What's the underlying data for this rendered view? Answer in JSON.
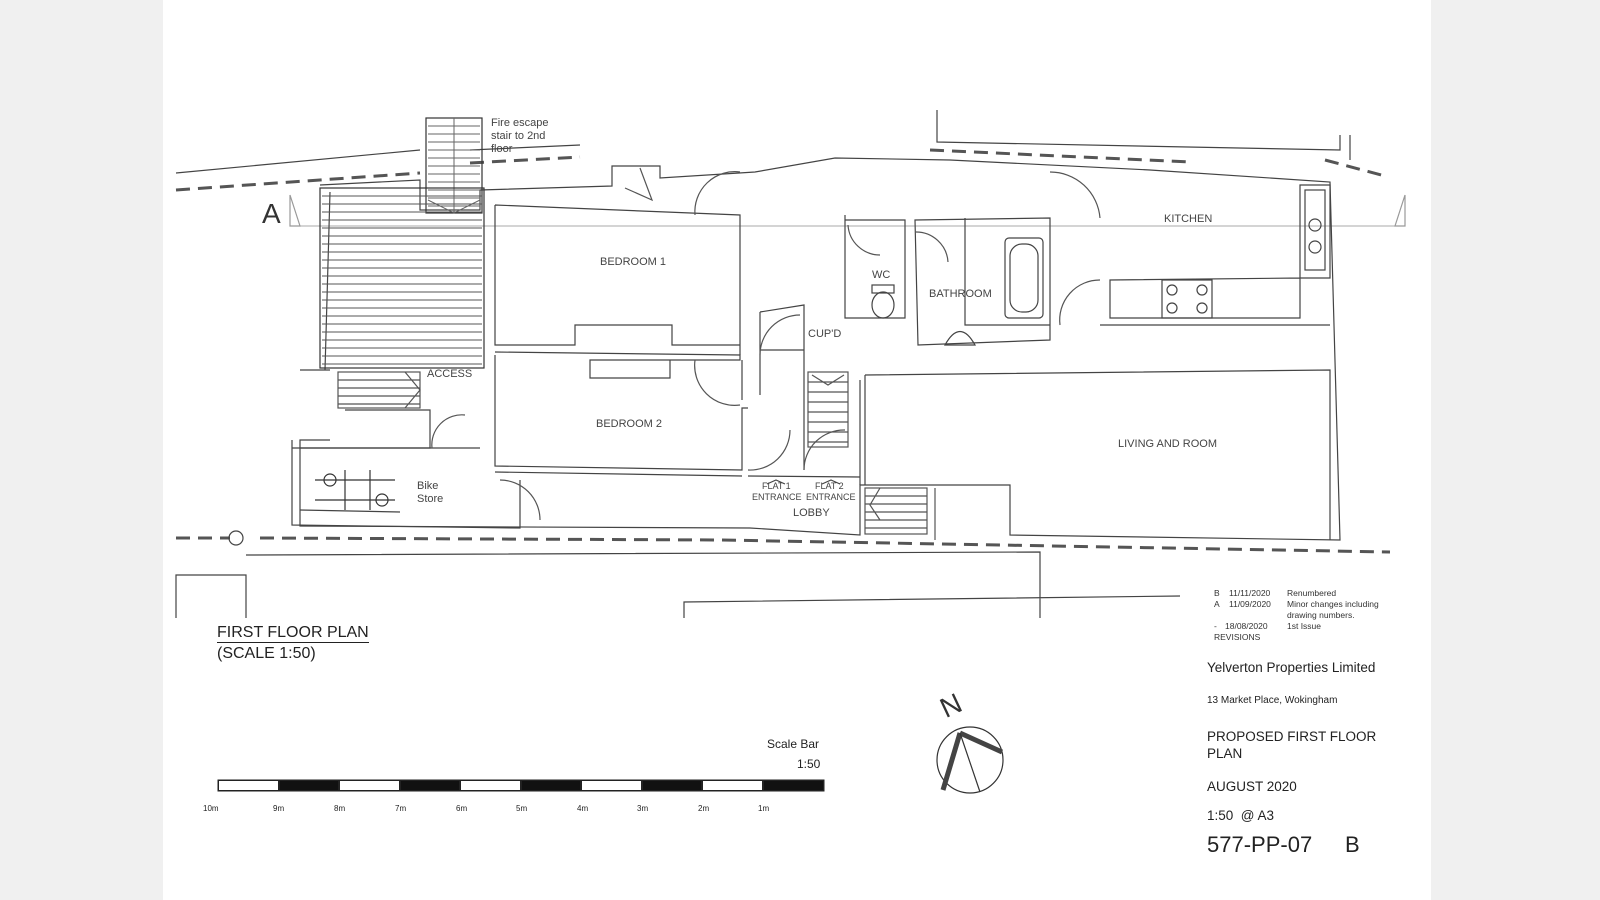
{
  "drawing": {
    "section_marker": "A",
    "stair_note": [
      "Fire escape",
      "stair to 2nd",
      "floor"
    ],
    "rooms": {
      "bedroom1": "BEDROOM 1",
      "bedroom2": "BEDROOM 2",
      "kitchen": "KITCHEN",
      "wc": "WC",
      "bathroom": "BATHROOM",
      "cupd": "CUP'D",
      "access": "ACCESS",
      "living": "LIVING AND ROOM",
      "bike_store": [
        "Bike",
        "Store"
      ],
      "lobby": "LOBBY",
      "flat1": [
        "FLAT 1",
        "ENTRANCE"
      ],
      "flat2": [
        "FLAT 2",
        "ENTRANCE"
      ]
    },
    "north_label": "N"
  },
  "plan_title": {
    "title": "FIRST FLOOR PLAN",
    "scale": "(SCALE 1:50)"
  },
  "scale_bar": {
    "label": "Scale Bar",
    "ratio": "1:50",
    "ticks": [
      "10m",
      "9m",
      "8m",
      "7m",
      "6m",
      "5m",
      "4m",
      "3m",
      "2m",
      "1m"
    ]
  },
  "revisions": {
    "rows": [
      {
        "rev": "B",
        "date": "11/11/2020",
        "desc": [
          "Renumbered"
        ]
      },
      {
        "rev": "A",
        "date": "11/09/2020",
        "desc": [
          "Minor changes including",
          "drawing numbers."
        ]
      },
      {
        "rev": "-",
        "date": "18/08/2020",
        "desc": [
          "1st Issue"
        ]
      }
    ],
    "heading": "REVISIONS"
  },
  "title_block": {
    "company": "Yelverton Properties Limited",
    "address": "13 Market Place, Wokingham",
    "drawing_title": [
      "PROPOSED FIRST FLOOR",
      "PLAN"
    ],
    "date": "AUGUST 2020",
    "scale": "1:50  @ A3",
    "drawing_number": "577-PP-07",
    "revision": "B"
  }
}
